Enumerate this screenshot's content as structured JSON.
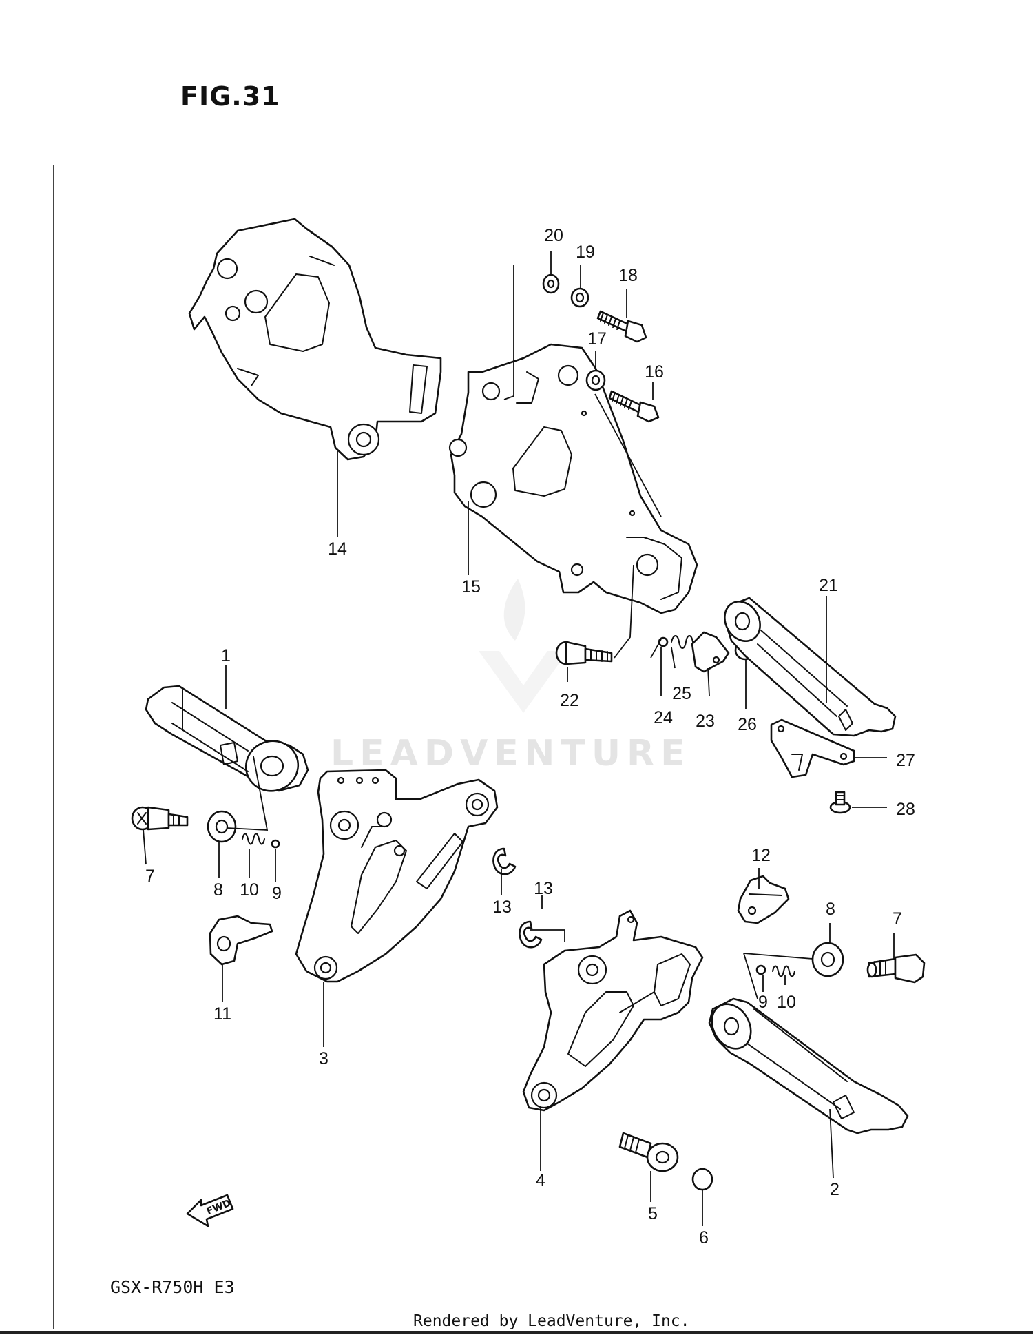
{
  "figure": {
    "title": "FIG.31"
  },
  "model": {
    "label": "GSX-R750H  E3"
  },
  "footer": {
    "text": "Rendered by LeadVenture, Inc."
  },
  "watermark": {
    "text": "LEADVENTURE"
  },
  "fwd_arrow": {
    "label": "FWD"
  },
  "callouts": {
    "c1": "1",
    "c2": "2",
    "c3": "3",
    "c4": "4",
    "c5": "5",
    "c6": "6",
    "c7a": "7",
    "c7b": "7",
    "c8a": "8",
    "c8b": "8",
    "c9a": "9",
    "c9b": "9",
    "c10a": "10",
    "c10b": "10",
    "c11": "11",
    "c12": "12",
    "c13a": "13",
    "c13b": "13",
    "c14": "14",
    "c15": "15",
    "c16": "16",
    "c17": "17",
    "c18": "18",
    "c19": "19",
    "c20": "20",
    "c21": "21",
    "c22": "22",
    "c23": "23",
    "c24": "24",
    "c25": "25",
    "c26": "26",
    "c27": "27",
    "c28": "28"
  },
  "colors": {
    "line": "#111111",
    "background": "#ffffff",
    "watermark": "#e4e4e4"
  }
}
